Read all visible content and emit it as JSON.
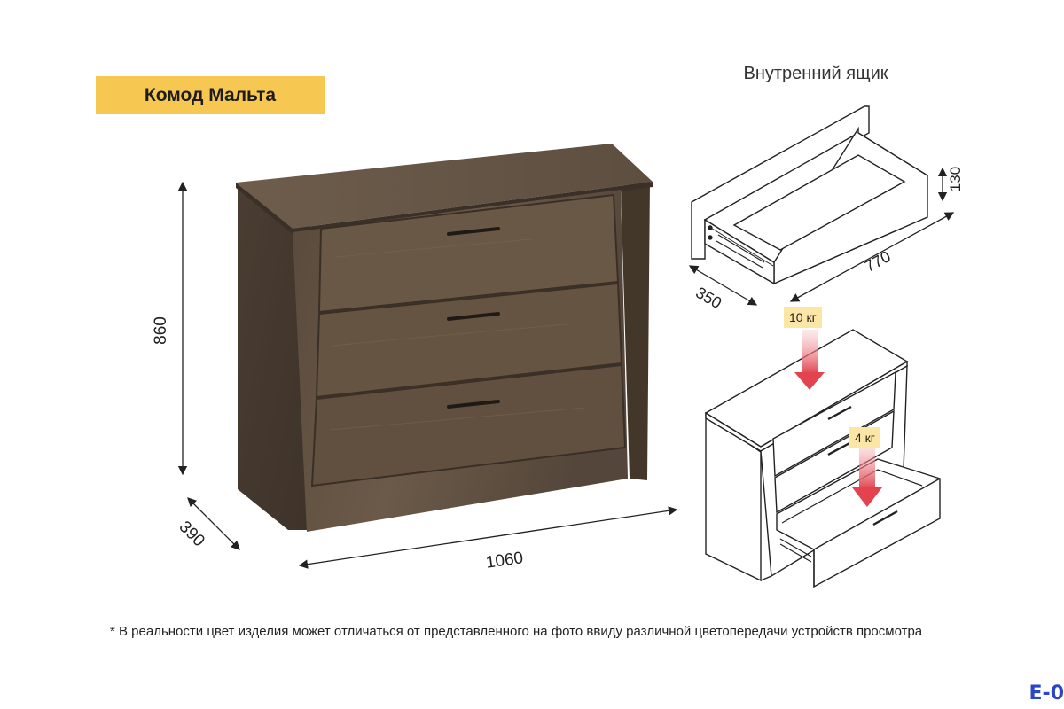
{
  "title": "Комод Мальта",
  "inner_drawer_label": "Внутренний ящик",
  "dimensions": {
    "height": "860",
    "depth": "390",
    "width": "1060",
    "drawer_height": "130",
    "drawer_length": "770",
    "drawer_depth": "350"
  },
  "loads": {
    "top": "10 кг",
    "drawer": "4 кг"
  },
  "footnote": "* В реальности цвет изделия может отличаться от представленного на фото ввиду различной цветопередачи устройств просмотра",
  "corner_mark": "E-0",
  "colors": {
    "title_badge": "#f6c751",
    "wood_dark": "#4f4236",
    "wood_light": "#6b5a49",
    "load_arrow": "#e2434f",
    "load_tag": "#fbe6a6",
    "corner_mark": "#2a45c8"
  }
}
